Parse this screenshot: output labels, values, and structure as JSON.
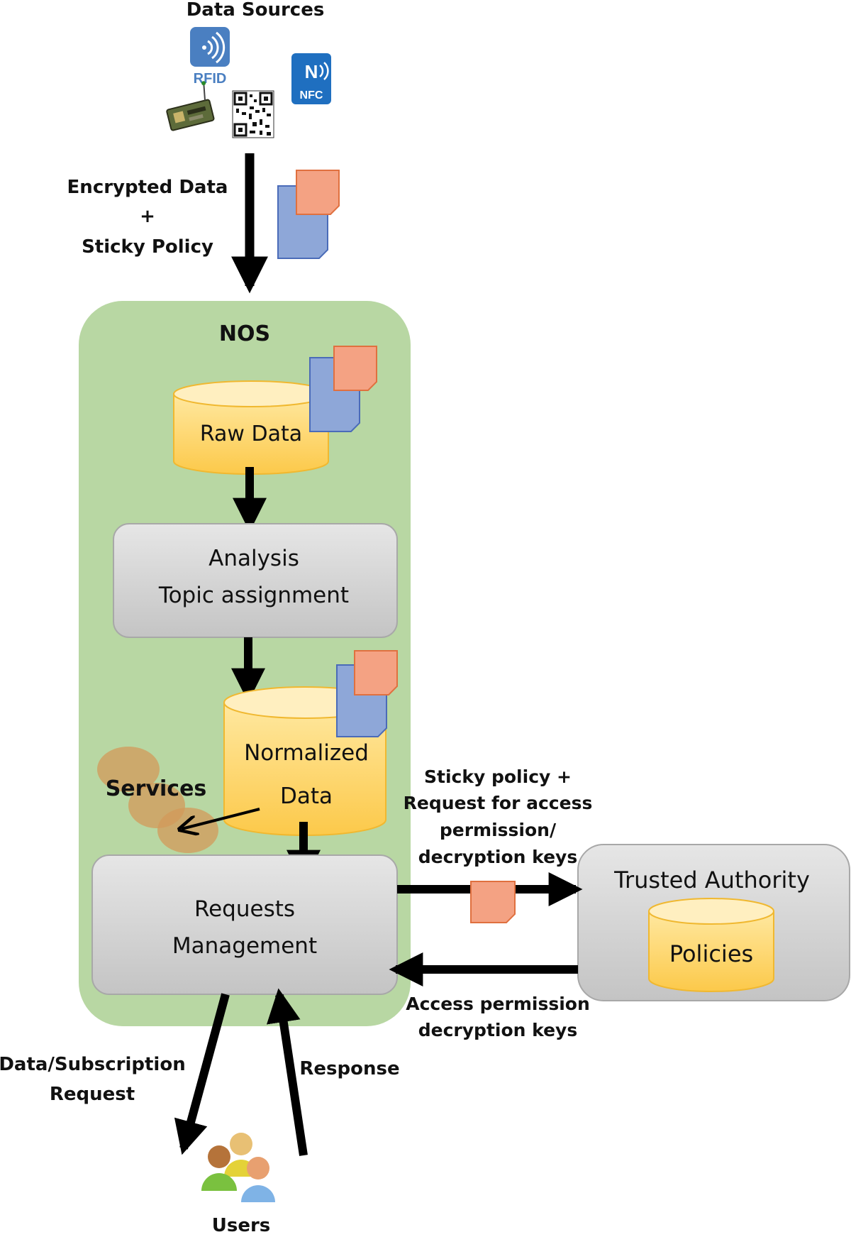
{
  "sources": {
    "title": "Data Sources",
    "rfid_label": "RFID",
    "nfc_label": "NFC"
  },
  "flows": {
    "encrypted_1": "Encrypted Data",
    "encrypted_2": "+",
    "encrypted_3": "Sticky Policy",
    "to_ta_1": "Sticky policy +",
    "to_ta_2": "Request for access",
    "to_ta_3": "permission/",
    "to_ta_4": "decryption keys",
    "from_ta_1": "Access permission",
    "from_ta_2": "decryption keys",
    "request_1": "Data/Subscription",
    "request_2": "Request",
    "response": "Response"
  },
  "nos": {
    "title": "NOS",
    "raw_data": "Raw Data",
    "analysis_1": "Analysis",
    "analysis_2": "Topic assignment",
    "normalized_1": "Normalized",
    "normalized_2": "Data",
    "services": "Services",
    "requests_1": "Requests",
    "requests_2": "Management"
  },
  "trusted_authority": {
    "title": "Trusted Authority",
    "policies": "Policies"
  },
  "users": {
    "label": "Users"
  },
  "colors": {
    "nos_bg": "#b8d7a3",
    "gray_box": "#d4d4d4",
    "cylinder": "#ffd56a",
    "doc_blue": "#8ea7d8",
    "doc_orange": "#f4a283",
    "services": "#d39a5a"
  }
}
